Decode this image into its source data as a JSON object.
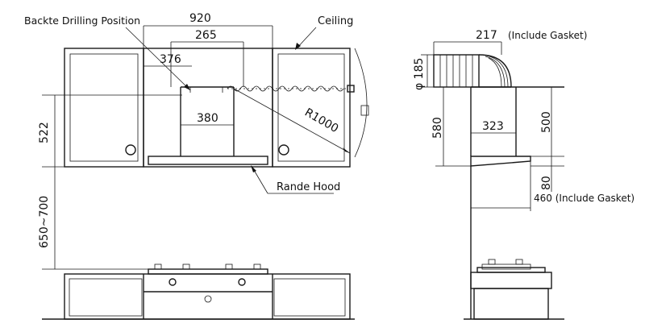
{
  "labels": {
    "drilling_position": "Backte Drilling Position",
    "ceiling": "Ceiling",
    "hood": "Rande Hood",
    "include_gasket_top": "(Include Gasket)",
    "include_gasket_bottom": "460 (Include Gasket)"
  },
  "dimensions": {
    "total_width": "920",
    "bracket_width": "265",
    "left_offset": "376",
    "chimney_width": "380",
    "radius": "R1000",
    "cabinet_height": "522",
    "hood_to_hob": "650~700",
    "duct_width": "217",
    "duct_diameter": "φ 185",
    "side_height": "580",
    "side_chimney_width": "323",
    "side_chimney_height": "500",
    "hood_thickness": "80"
  },
  "colors": {
    "line": "#1a1a1a",
    "background": "#ffffff"
  }
}
